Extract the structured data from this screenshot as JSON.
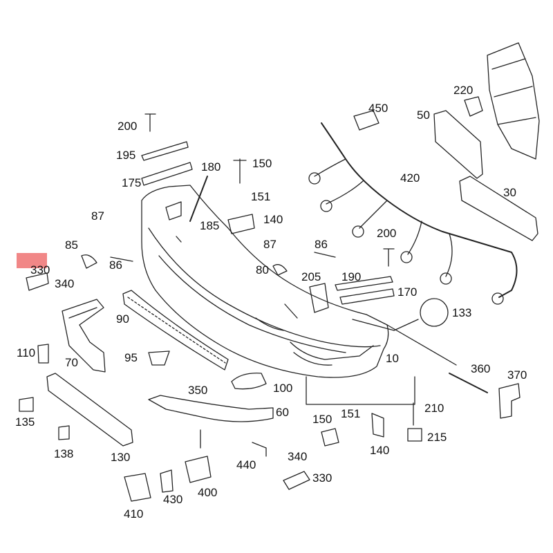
{
  "labels": [
    "200",
    "195",
    "175",
    "87",
    "85",
    "86",
    "180",
    "150",
    "151",
    "185",
    "140",
    "87",
    "86",
    "80",
    "205",
    "190",
    "170",
    "450",
    "420",
    "200",
    "50",
    "220",
    "30",
    "133",
    "330",
    "340",
    "90",
    "110",
    "70",
    "95",
    "10",
    "360",
    "370",
    "350",
    "100",
    "60",
    "135",
    "138",
    "130",
    "440",
    "150",
    "151",
    "140",
    "210",
    "215",
    "340",
    "330",
    "410",
    "430",
    "400"
  ],
  "highlight_color": "#f07a7a"
}
